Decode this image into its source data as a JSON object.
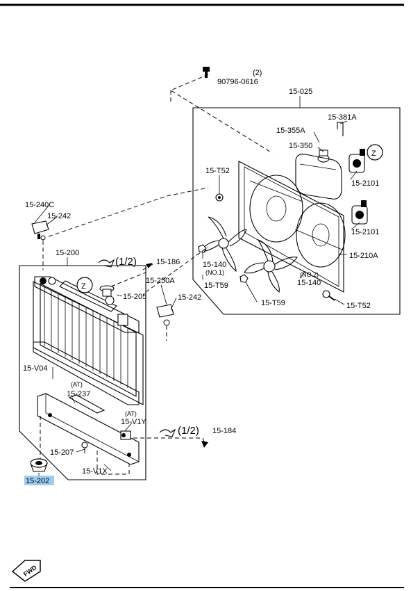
{
  "diagram": {
    "callouts": {
      "bolt_top": "90796-0616",
      "bolt_top_qty": "(2)",
      "fan_group": "15-025",
      "hose_381a": "15-381A",
      "cap_355a": "15-355A",
      "reservoir_350": "15-350",
      "bolt_t52_upper": "15-T52",
      "motor_2101_upper": "15-2101",
      "motor_2101_lower": "15-2101",
      "shroud_210a": "15-210A",
      "fan_140_no1": "15-140",
      "fan_140_no1_note": "(NO.1)",
      "nut_t59_left": "15-T59",
      "fan_140_no2": "15-140",
      "fan_140_no2_note": "(NO.2)",
      "nut_t59_bottom": "15-T59",
      "bolt_t52_lower": "15-T52",
      "bracket_240c": "15-240C",
      "bushing_242_left": "15-242",
      "radiator_200": "15-200",
      "ref_186_frac": "(1/2)",
      "ref_186": "15-186",
      "bracket_250a": "15-250A",
      "bushing_242_right": "15-242",
      "cap_205": "15-205",
      "z_mark_radiator": "Z",
      "z_mark_motor": "Z",
      "seal_v04": "15-V04",
      "at_note_237": "(AT)",
      "seal_237": "15-237",
      "at_note_v1y": "(AT)",
      "seal_v1y": "15-V1Y",
      "ref_184_frac": "(1/2)",
      "ref_184": "15-184",
      "drain_207": "15-207",
      "seal_v1x": "15-V1X",
      "mount_202": "15-202",
      "fwd_mark": "FWD"
    },
    "colors": {
      "line": "#000000",
      "highlight": "#9fcdf0"
    }
  }
}
